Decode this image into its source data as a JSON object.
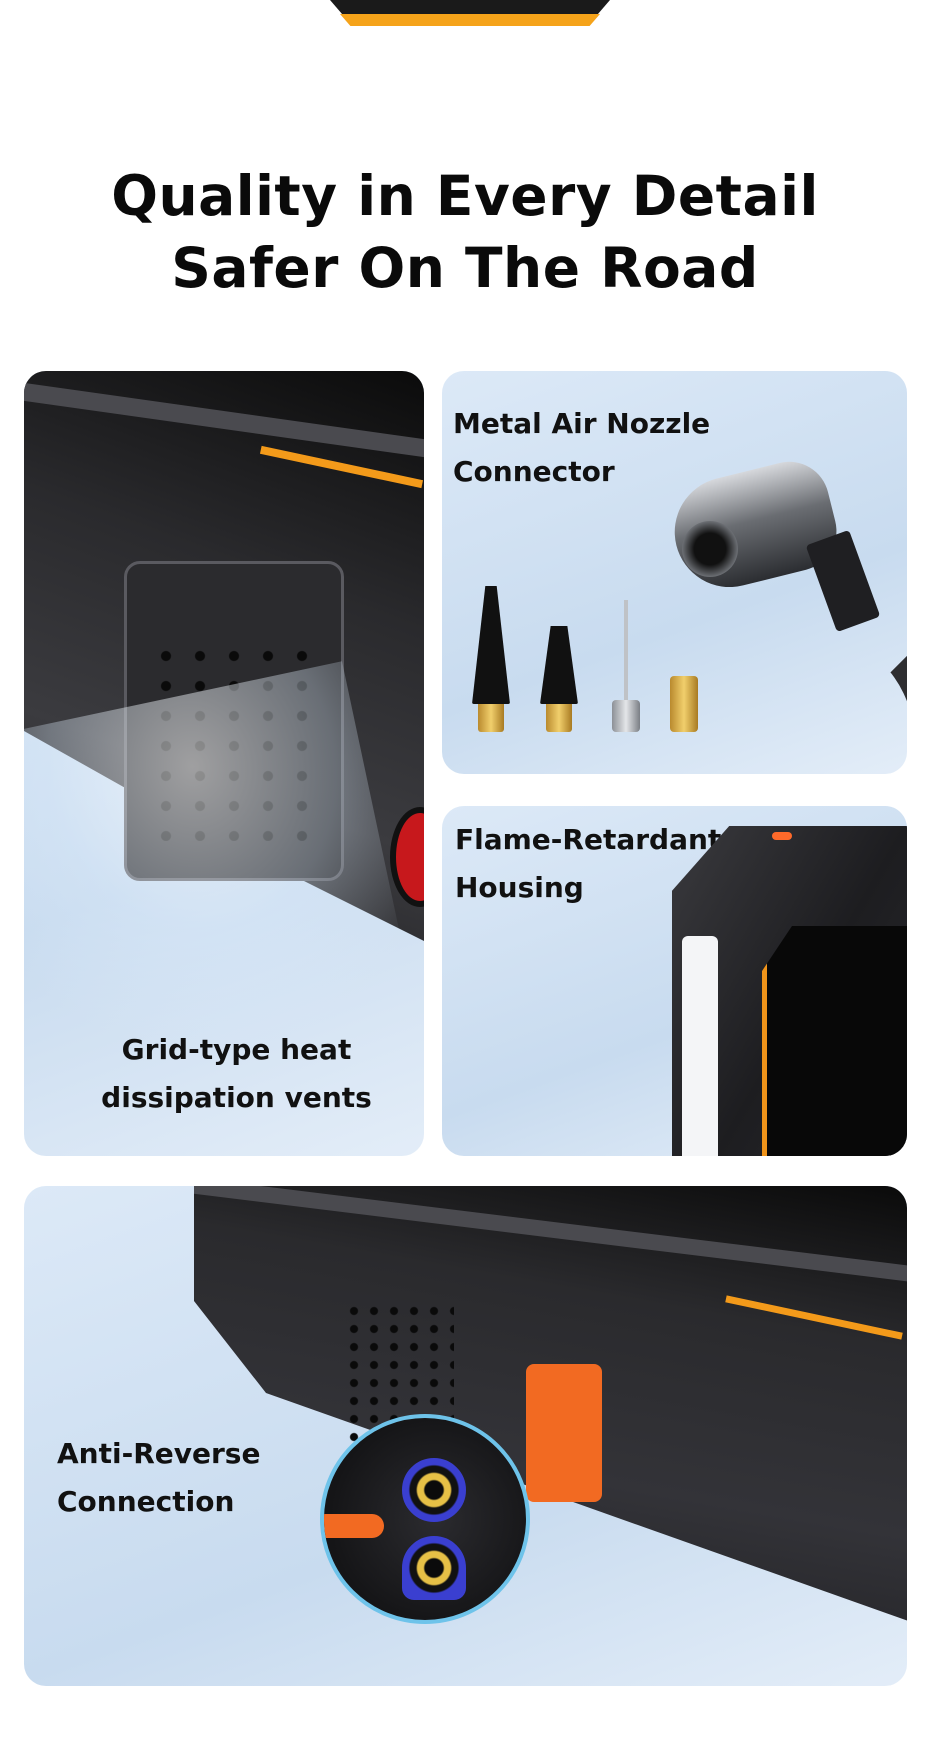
{
  "headline": {
    "line1": "Quality in Every Detail",
    "line2": "Safer On The Road"
  },
  "features": {
    "vents": {
      "line1": "Grid-type heat",
      "line2": "dissipation vents"
    },
    "nozzle": {
      "line1": "Metal Air Nozzle",
      "line2": "Connector"
    },
    "housing": {
      "line1": "Flame-Retardant",
      "line2": "Housing"
    },
    "reverse": {
      "line1": "Anti-Reverse",
      "line2": "Connection"
    }
  },
  "colors": {
    "accent_orange": "#f39a1a",
    "cap_orange": "#f26a22",
    "card_blue": "#d3e3f4",
    "device_dark": "#2a2a2d"
  }
}
